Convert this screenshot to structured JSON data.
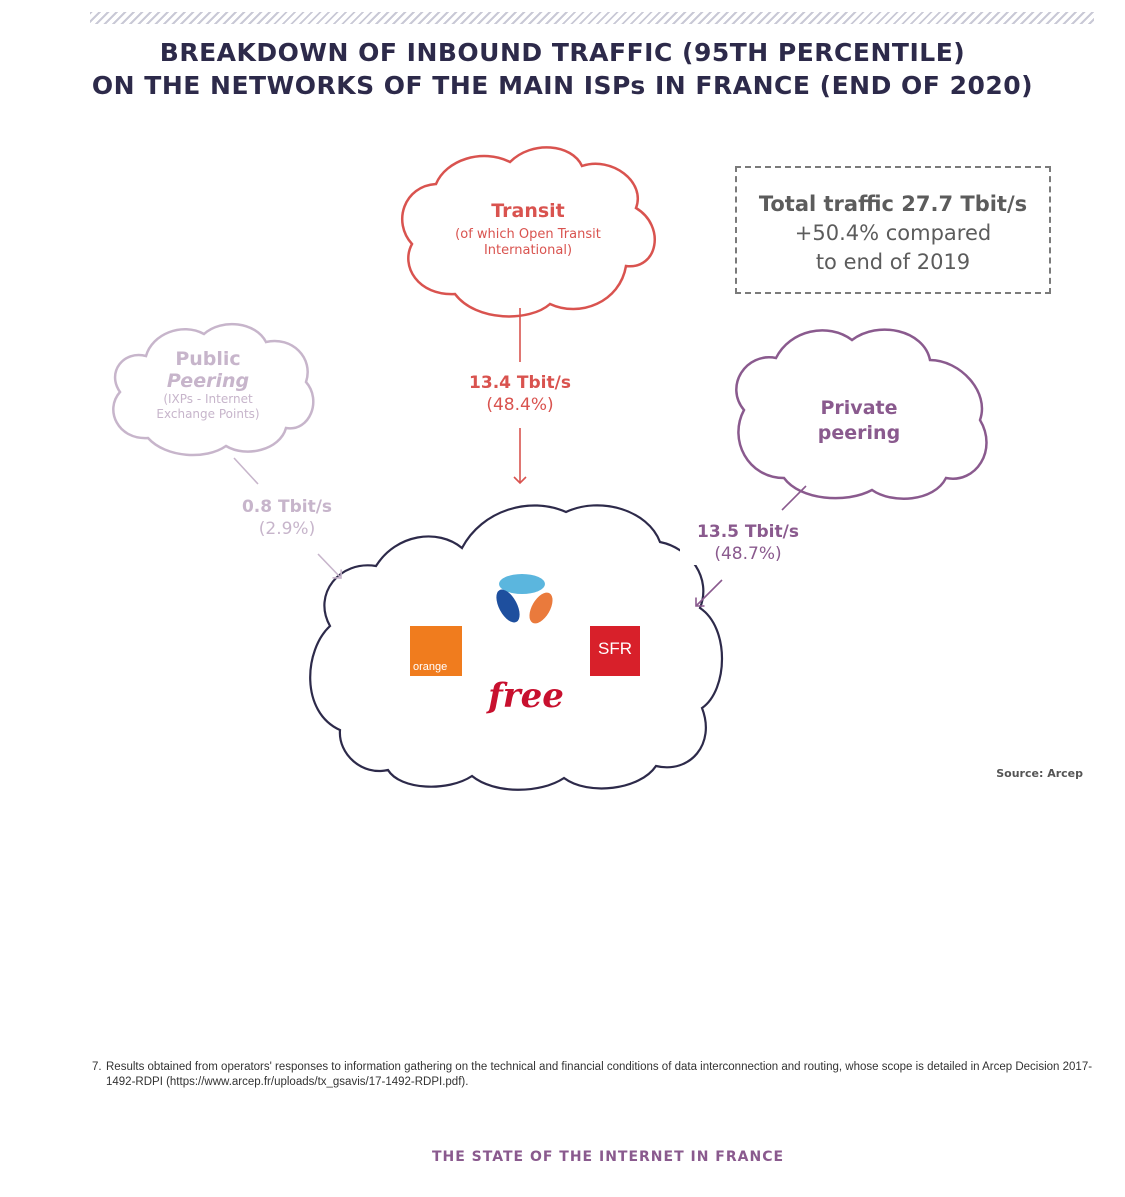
{
  "title": {
    "line1": "BREAKDOWN OF INBOUND TRAFFIC (95TH PERCENTILE)",
    "line2": "ON THE NETWORKS OF THE MAIN ISPs IN FRANCE (END OF 2020)"
  },
  "total": {
    "line1": "Total traffic 27.7 Tbit/s",
    "line2": "+50.4% compared",
    "line3": "to end of 2019"
  },
  "sources": {
    "transit": {
      "title": "Transit",
      "sub1": "(of which Open Transit",
      "sub2": "International)",
      "value": "13.4 Tbit/s",
      "share": "(48.4%)",
      "color": "#d9534f"
    },
    "public_peering": {
      "title1": "Public",
      "title2": "Peering",
      "sub1": "(IXPs - Internet",
      "sub2": "Exchange Points)",
      "value": "0.8 Tbit/s",
      "share": "(2.9%)",
      "color": "#c7b5cb"
    },
    "private_peering": {
      "title1": "Private",
      "title2": "peering",
      "value": "13.5 Tbit/s",
      "share": "(48.7%)",
      "color": "#8a5a8e"
    }
  },
  "isps": {
    "orange_label": "orange",
    "sfr_label": "SFR",
    "free_label": "free",
    "bouygues_icon": "bouygues-logo-icon"
  },
  "source_note": "Source: Arcep",
  "footnote": {
    "num": "7.",
    "text": "Results obtained from operators' responses to information gathering on the technical and financial conditions of data interconnection and routing, whose scope is detailed in Arcep Decision 2017-1492-RDPI (https://www.arcep.fr/uploads/tx_gsavis/17-1492-RDPI.pdf)."
  },
  "footer": "THE STATE OF THE INTERNET IN FRANCE"
}
